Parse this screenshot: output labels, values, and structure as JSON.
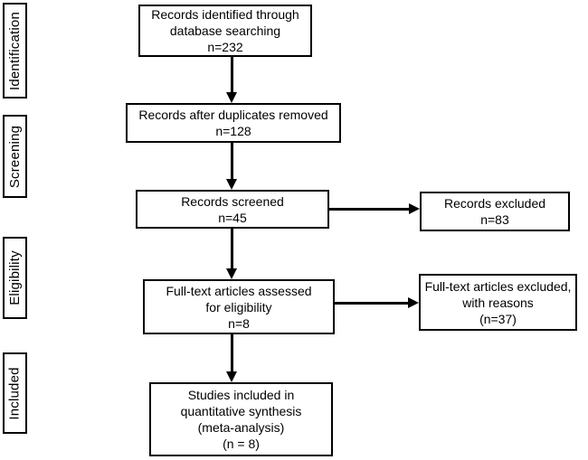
{
  "stage_labels": {
    "identification": "Identification",
    "screening": "Screening",
    "eligibility": "Eligibility",
    "included": "Included"
  },
  "flow_boxes": {
    "records_identified": "Records identified through\ndatabase searching\nn=232",
    "duplicates_removed": "Records after duplicates removed\nn=128",
    "records_screened": "Records screened\nn=45",
    "records_excluded": "Records excluded\nn=83",
    "fulltext_assessed": "Full-text articles assessed\nfor eligibility\nn=8",
    "fulltext_excluded": "Full-text articles excluded,\nwith reasons\n(n=37)",
    "studies_included": "Studies included in\nquantitative synthesis\n(meta-analysis)\n(n = 8)"
  },
  "counts": {
    "identified": 232,
    "after_duplicates": 128,
    "screened": 45,
    "excluded": 83,
    "fulltext_assessed": 8,
    "fulltext_excluded": 37,
    "included_in_synthesis": 8
  },
  "colors": {
    "border": "#000000",
    "background": "#ffffff",
    "text": "#000000"
  }
}
